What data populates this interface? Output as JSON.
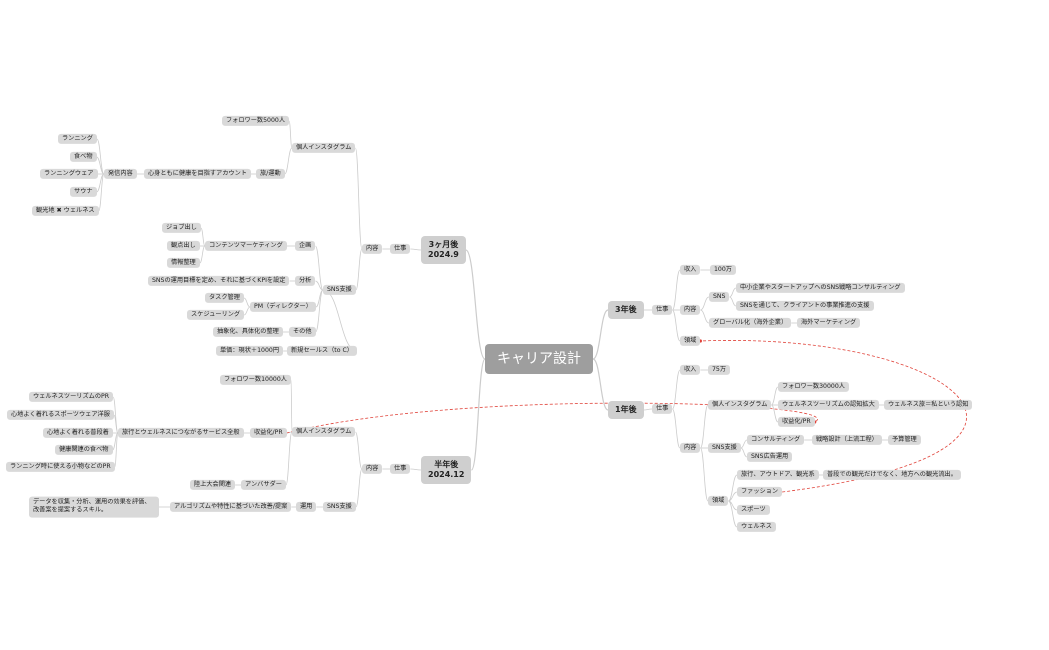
{
  "root": "キャリア設計",
  "colors": {
    "root_bg": "#9e9e9e",
    "node_bg": "#d9d9d9",
    "line": "#cccccc",
    "relation": "#e0433a"
  },
  "nodes": {
    "b3m": "3ヶ月後\n2024.9",
    "b6m": "半年後\n2024.12",
    "b3y": "3年後",
    "b1y": "1年後",
    "m_shigoto": "仕事",
    "m_naiyou": "内容",
    "m_insta": "個人インスタグラム",
    "m_f5000": "フォロワー数5000人",
    "m_tabi": "旅/運動",
    "m_kenko": "心身ともに健康を目指すアカウント",
    "m_hasshin": "発信内容",
    "m_running": "ランニング",
    "m_tabemono": "食べ物",
    "m_wear": "ランニングウェア",
    "m_sauna": "サウナ",
    "m_kanko": "観光地 ✖ ウェルネス",
    "m_sns": "SNS支援",
    "m_kikaku": "企画",
    "m_content": "コンテンツマーケティング",
    "m_job": "ジョブ出し",
    "m_ronten": "観点出し",
    "m_joho": "情報整理",
    "m_bunseki": "分析",
    "m_kpi": "SNSの運用目標を定め、それに基づくKPIを設定",
    "m_pm": "PM（ディレクター）",
    "m_task": "タスク管理",
    "m_sched": "スケジューリング",
    "m_sonota": "その他",
    "m_chusho": "抽象化、具体化の整理",
    "m_shinki": "新規セールス（to C）",
    "m_tanka": "単価：現状＋1000円",
    "h_shigoto": "仕事",
    "h_naiyou": "内容",
    "h_insta": "個人インスタグラム",
    "h_f10000": "フォロワー数10000人",
    "h_shueki": "収益化/PR",
    "h_ryoko": "旅行とウェルネスにつながるサービス全般",
    "h_tourism": "ウェルネスツーリズムのPR",
    "h_sportswear": "心地よく着れるスポーツウェア洋服",
    "h_kaeru": "心地よく着れる普段着",
    "h_kenkomono": "健康関連の食べ物",
    "h_komono": "ランニング時に使える小物などのPR",
    "h_amb": "アンバサダー",
    "h_rikujo": "陸上大会関連",
    "h_sns": "SNS支援",
    "h_unyo": "運用",
    "h_algo": "アルゴリズムや特性に基づいた改善/提案",
    "h_data": "データを収集・分析、運用の効果を評価、改善案を提案するスキル。",
    "y3_shigoto": "仕事",
    "y3_shunyu": "収入",
    "y3_100man": "100万",
    "y3_naiyou": "内容",
    "y3_sns": "SNS",
    "y3_chusho": "中小企業やスタートアップへのSNS戦略コンサルティング",
    "y3_sns_client": "SNSを通じて、クライアントの事業推進の支援",
    "y3_global": "グローバル化（海外企業）",
    "y3_kaigai": "海外マーケティング",
    "y3_ryoiki": "領域",
    "y1_shigoto": "仕事",
    "y1_shunyu": "収入",
    "y1_75man": "75万",
    "y1_naiyou": "内容",
    "y1_insta": "個人インスタグラム",
    "y1_f30000": "フォロワー数30000人",
    "y1_tourism": "ウェルネスツーリズムの認知拡大",
    "y1_ninchi": "ウェルネス旅＝私という認知",
    "y1_shueki": "収益化/PR",
    "y1_sns": "SNS支援",
    "y1_consult": "コンサルティング",
    "y1_senryaku": "戦略設計（上流工程）",
    "y1_yosan": "予算管理",
    "y1_kokoku": "SNS広告運用",
    "y1_ryoiki": "領域",
    "y1_ryoko": "旅行、アウトドア、観光系",
    "y1_kanko": "普段での観光だけでなく、地方への観光流出。",
    "y1_fashion": "ファッション",
    "y1_sports": "スポーツ",
    "y1_wellness": "ウェルネス"
  }
}
